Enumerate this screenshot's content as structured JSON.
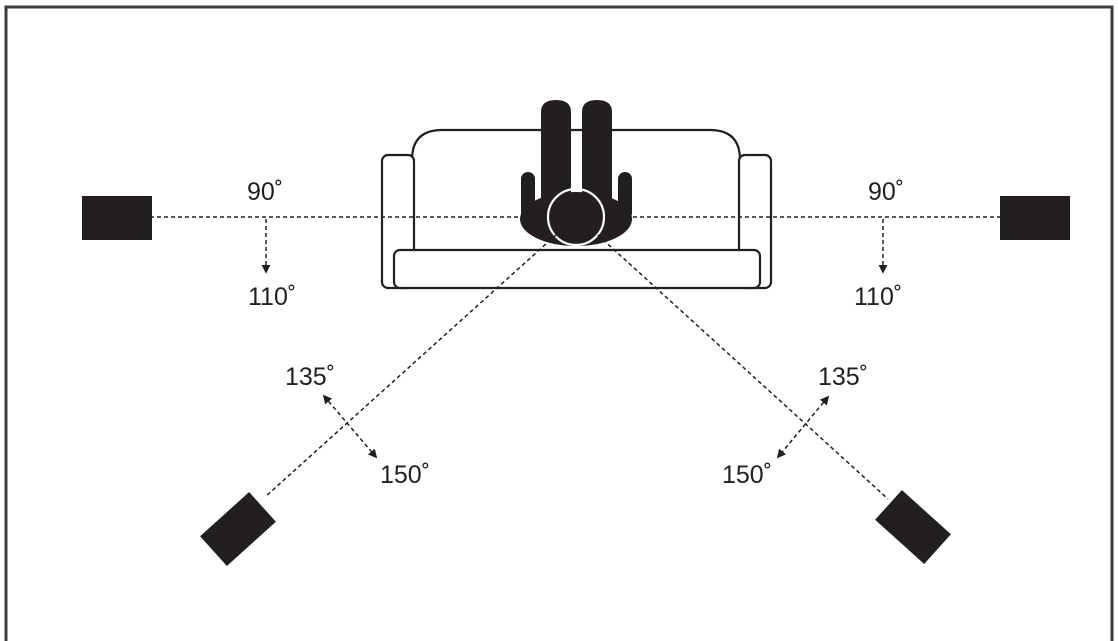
{
  "colors": {
    "ink": "#231f20",
    "frame": "#3c3c3c",
    "background": "#ffffff"
  },
  "labels": {
    "left_front_angle": "90˚",
    "left_front_range_end": "110˚",
    "right_front_angle": "90˚",
    "right_front_range_end": "110˚",
    "left_rear_angle": "135˚",
    "left_rear_range_end": "150˚",
    "right_rear_angle": "135˚",
    "right_rear_range_end": "150˚"
  },
  "icons": {
    "listener": "listener-icon",
    "sofa": "sofa-icon",
    "speaker": "speaker-icon"
  }
}
